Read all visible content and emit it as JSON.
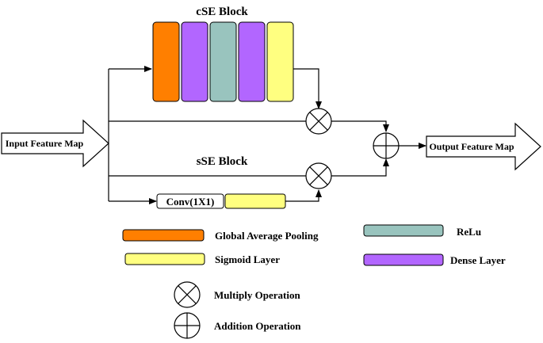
{
  "diagram": {
    "cse_title": "cSE Block",
    "sse_title": "sSE Block",
    "input_label": "Input Feature Map",
    "output_label": "Output Feature Map",
    "conv_label": "Conv(1X1)"
  },
  "cse_layers": [
    "global-average-pooling",
    "dense-layer",
    "relu",
    "dense-layer",
    "sigmoid-layer"
  ],
  "colors": {
    "global_average_pooling": "#FF7F00",
    "dense_layer": "#B266FF",
    "relu": "#99C4BE",
    "sigmoid_layer": "#FFFF80"
  },
  "legend": {
    "global_average_pooling": "Global Average Pooling",
    "relu": "ReLu",
    "sigmoid_layer": "Sigmoid Layer",
    "dense_layer": "Dense Layer",
    "multiply": "Multiply Operation",
    "addition": "Addition Operation"
  },
  "icons": {
    "multiply": "circled-times-icon",
    "addition": "circled-plus-icon"
  }
}
